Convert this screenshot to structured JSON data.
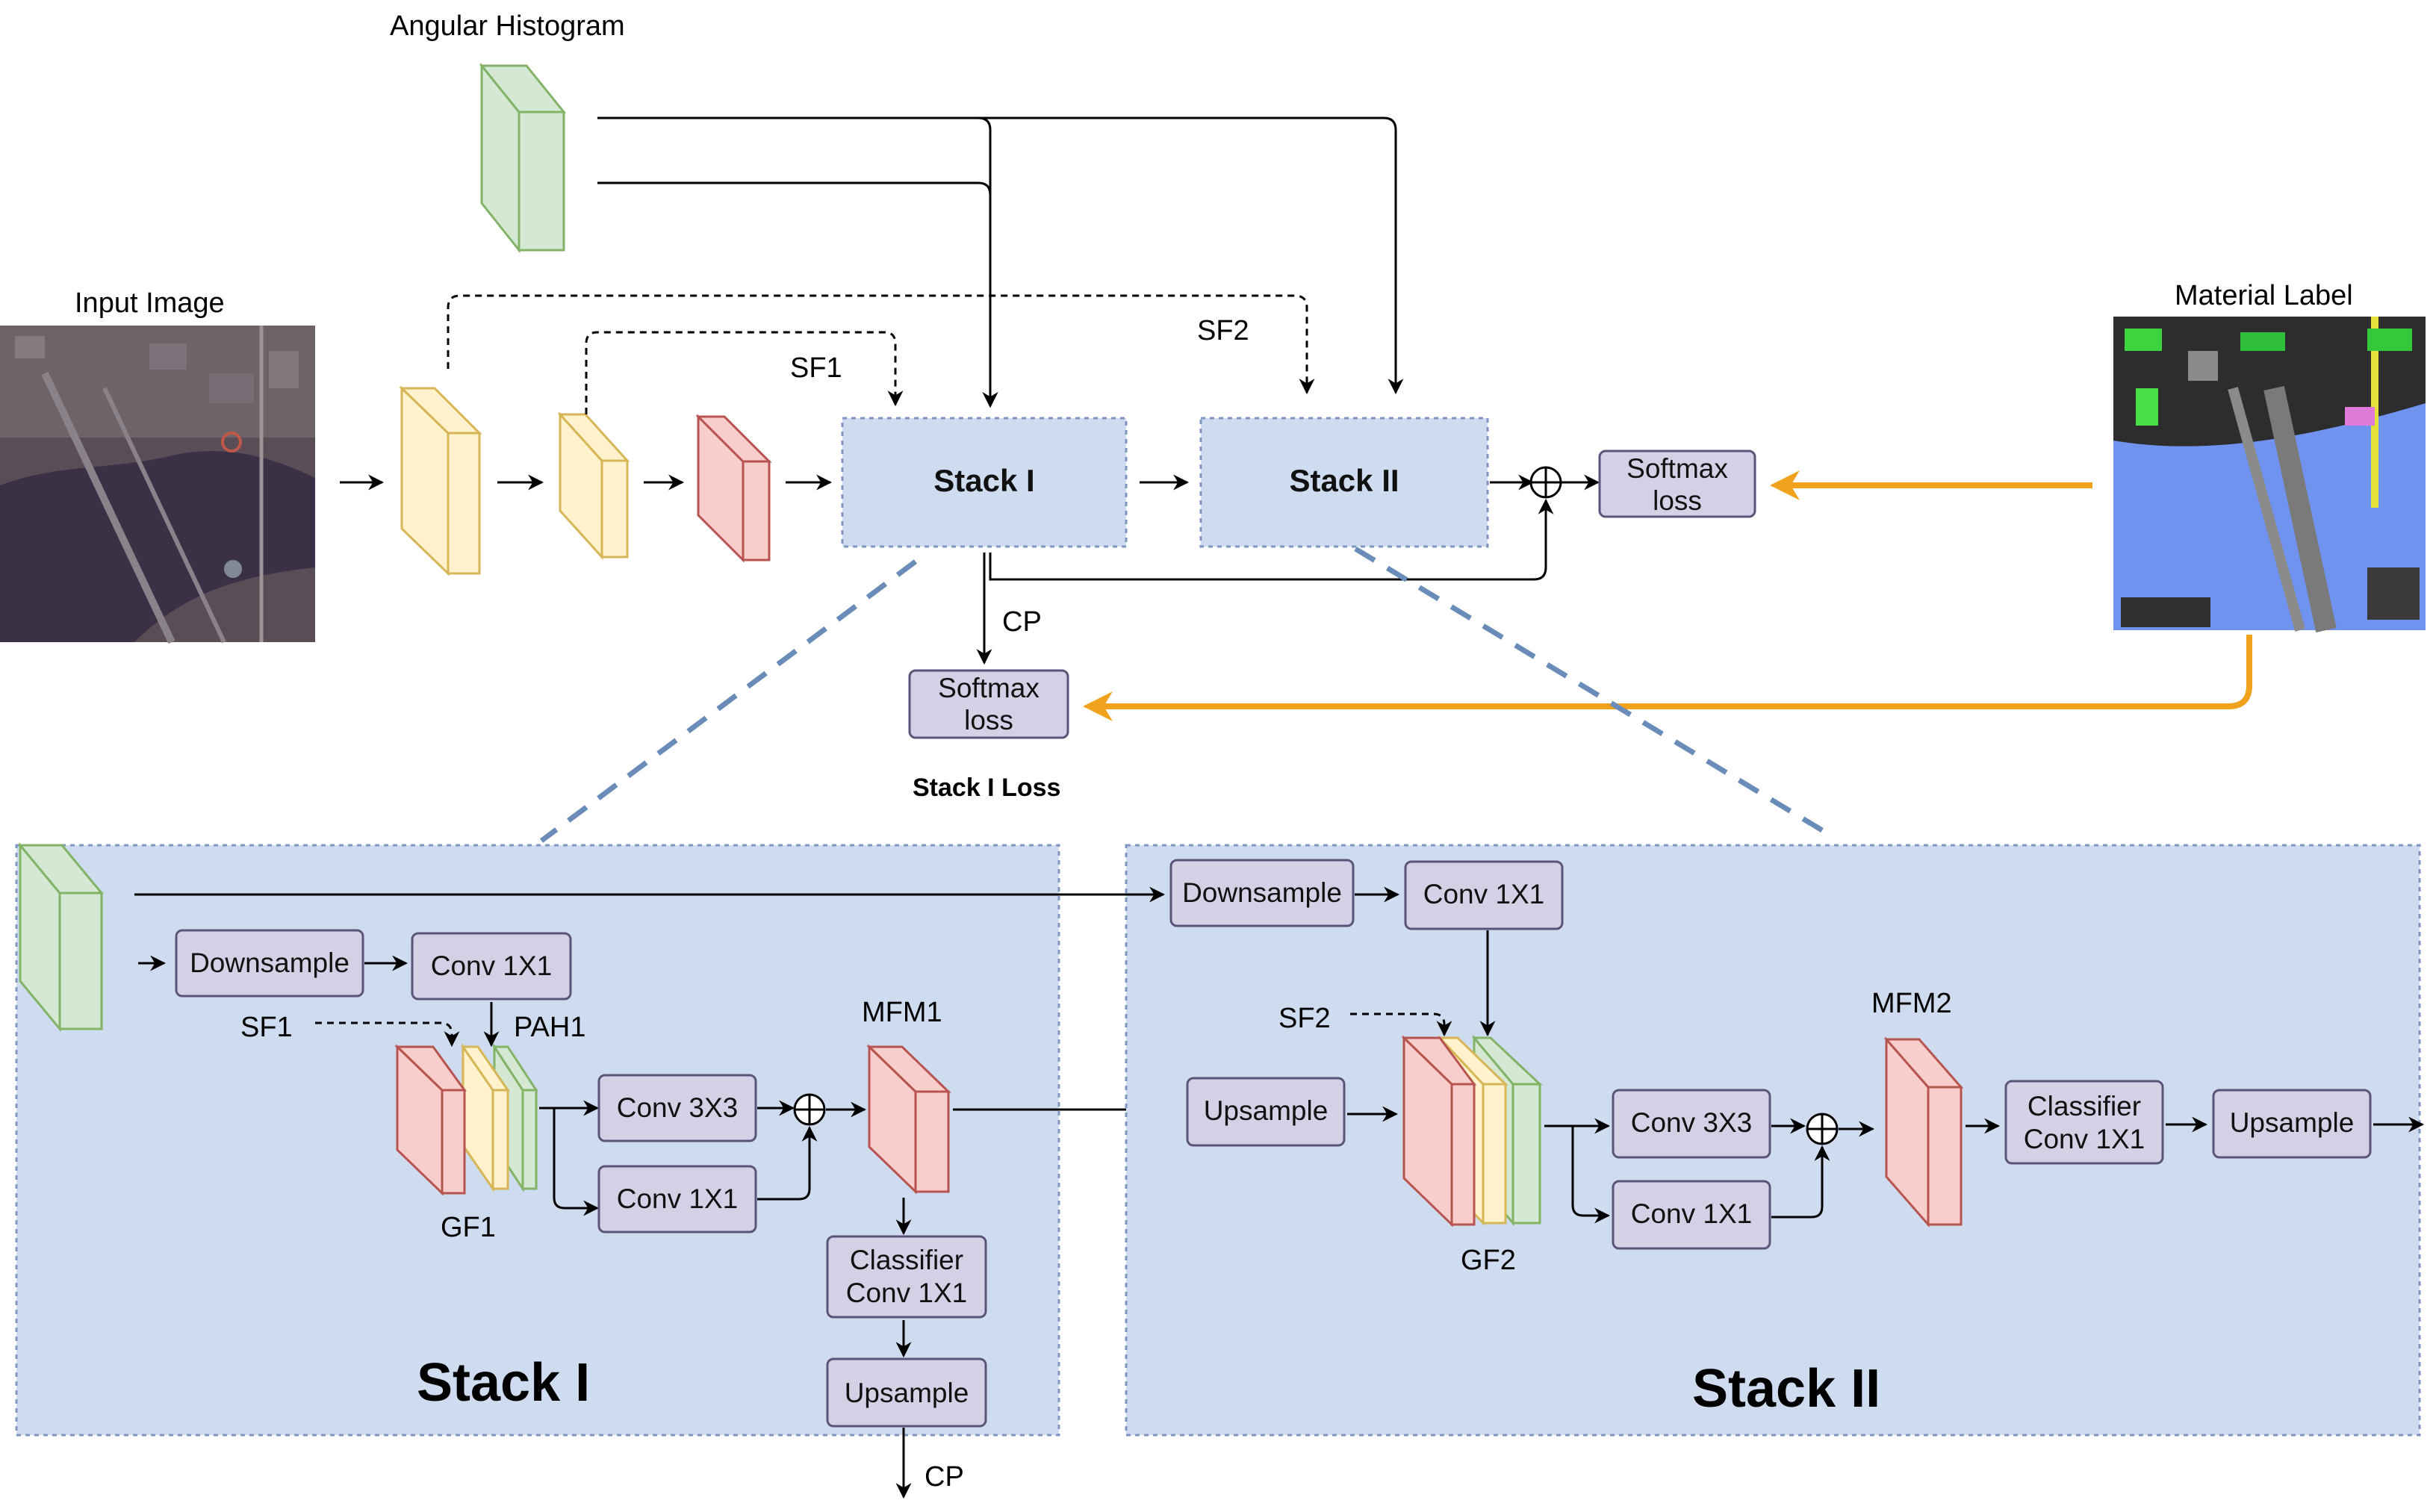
{
  "labels": {
    "angular_histogram": "Angular Histogram",
    "input_image": "Input Image",
    "material_label": "Material Label",
    "sf1": "SF1",
    "sf2": "SF2",
    "cp": "CP",
    "stack_i_loss": "Stack I Loss",
    "pah1": "PAH1",
    "gf1": "GF1",
    "gf2": "GF2",
    "mfm1": "MFM1",
    "mfm2": "MFM2"
  },
  "top": {
    "stack1": "Stack I",
    "stack2": "Stack II",
    "softmax_main": [
      "Softmax",
      "loss"
    ],
    "softmax_cp": [
      "Softmax",
      "loss"
    ]
  },
  "stack1_panel": {
    "title": "Stack I",
    "downsample": "Downsample",
    "conv1x1_a": "Conv 1X1",
    "conv3x3": "Conv 3X3",
    "conv1x1_b": "Conv 1X1",
    "classifier": [
      "Classifier",
      "Conv 1X1"
    ],
    "upsample": "Upsample"
  },
  "stack2_panel": {
    "title": "Stack II",
    "downsample": "Downsample",
    "conv1x1_a": "Conv 1X1",
    "upsample_in": "Upsample",
    "conv3x3": "Conv 3X3",
    "conv1x1_b": "Conv 1X1",
    "classifier": [
      "Classifier",
      "Conv 1X1"
    ],
    "upsample_out": "Upsample"
  },
  "colors": {
    "yellow_fill": "#fff2cc",
    "yellow_stroke": "#d6b656",
    "red_fill": "#f8cecc",
    "red_stroke": "#b85450",
    "green_fill": "#d5e8d4",
    "green_stroke": "#82b366",
    "panel_fill": "#cfdcef",
    "process_fill": "#d4d1e6",
    "orange": "#f0a21c"
  }
}
